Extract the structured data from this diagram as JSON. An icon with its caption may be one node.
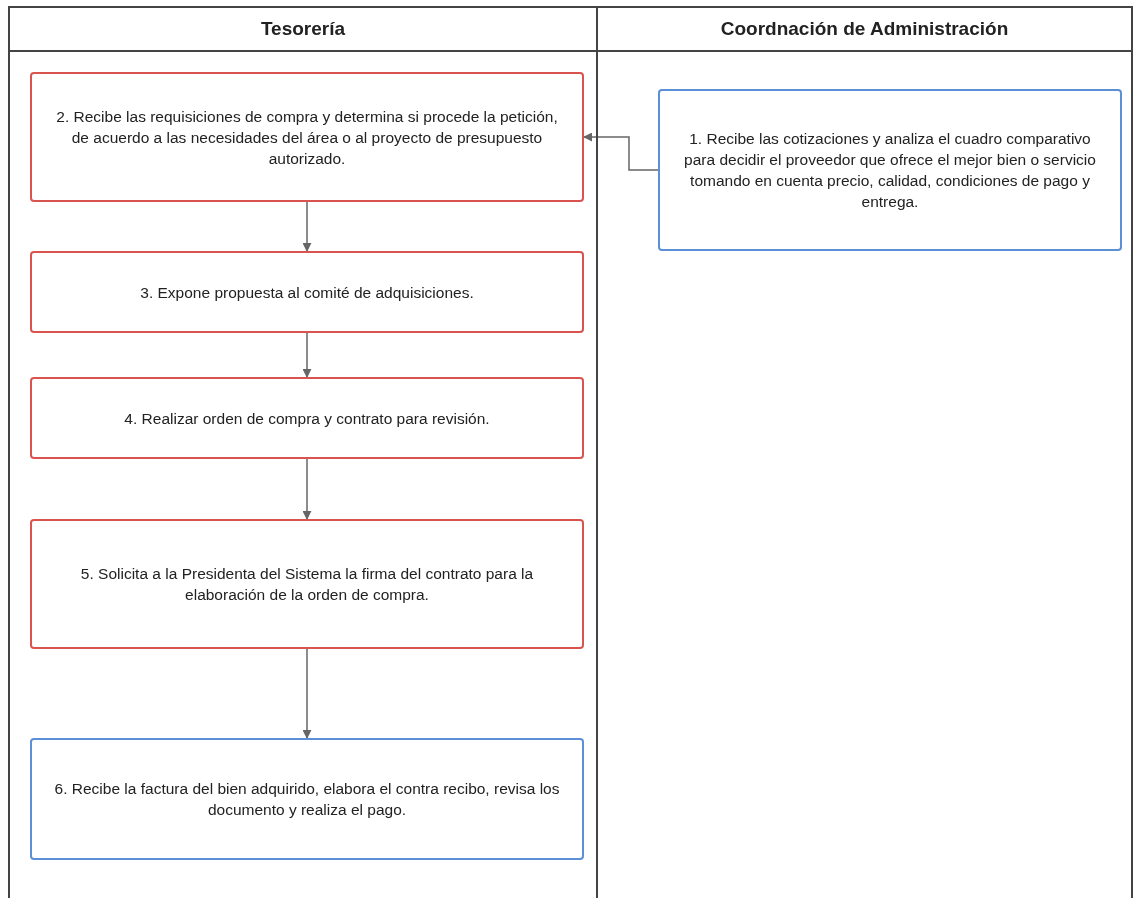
{
  "diagram": {
    "nodes": [
      {
        "text": [
          "Tesorería"
        ]
      },
      {
        "text": [
          "Coordnación de Administración"
        ]
      },
      {
        "text": [
          "1. Recibe las cotizaciones y analiza el cuadro comparativo para decidir el proveedor que ofrece el mejor bien o servicio tomando en cuenta precio, calidad, condiciones de pago y entrega."
        ],
        "in": 1
      },
      {
        "text": [
          "2. Recibe las requisiciones de compra y determina si procede la petición, de acuerdo a las necesidades del área o al proyecto de presupuesto autorizado."
        ],
        "in": 0
      },
      {
        "text": [
          "3. Expone propuesta al comité de adquisiciones."
        ],
        "in": 0
      },
      {
        "text": [
          "4. Realizar orden de compra y contrato para revisión."
        ],
        "in": 0
      },
      {
        "text": [
          "5. Solicita a la Presidenta del Sistema la firma del contrato para la elaboración de la orden de compra."
        ],
        "in": 0
      },
      {
        "text": [
          "6. Recibe la factura del bien adquirido, elabora el contra recibo, revisa los documento y realiza el pago."
        ],
        "in": 0
      }
    ],
    "edges": [
      {
        "from": 2,
        "to": 3,
        "arrow": "to"
      },
      {
        "from": 3,
        "to": 4,
        "arrow": "to"
      },
      {
        "from": 4,
        "to": 5,
        "arrow": "to"
      },
      {
        "from": 5,
        "to": 6,
        "arrow": "to"
      },
      {
        "from": 6,
        "to": 7,
        "arrow": "to"
      }
    ]
  }
}
